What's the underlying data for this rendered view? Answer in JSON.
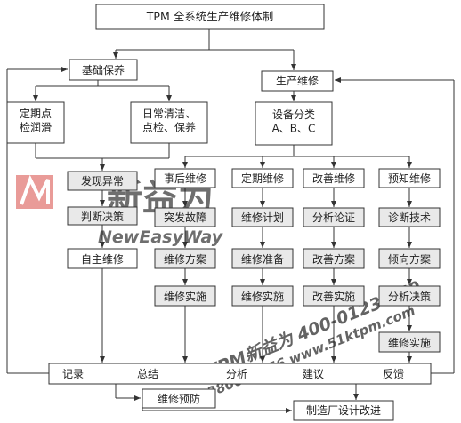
{
  "title": "TPM 全系统生产维修体制",
  "basic_maintenance": {
    "label": "基础保养",
    "periodic": "定期点\n检润滑",
    "daily": "日常清洁、\n点检、保养",
    "flow": [
      "发现异常",
      "判断决策",
      "自主维修"
    ]
  },
  "production_maintenance": {
    "label": "生产维修",
    "classification": "设备分类\nA、B、C",
    "columns": [
      {
        "header": "事后维修",
        "steps": [
          "突发故障",
          "维修方案",
          "维修实施"
        ]
      },
      {
        "header": "定期维修",
        "steps": [
          "维修计划",
          "维修准备",
          "维修实施"
        ]
      },
      {
        "header": "改善维修",
        "steps": [
          "分析论证",
          "改善方案",
          "改善实施"
        ]
      },
      {
        "header": "预知维修",
        "steps": [
          "诊断技术",
          "倾向方案",
          "分析决策",
          "维修实施"
        ]
      }
    ]
  },
  "record_bar": [
    "记录",
    "总结",
    "分析",
    "建议",
    "反馈"
  ],
  "bottom": {
    "prevention": "维修预防",
    "design": "制造厂设计改进"
  },
  "watermark": {
    "logo": "新益为",
    "tagline": "NewEasyWay",
    "diagonal": "KTPM新益为  400-0123-060",
    "phone": "13380603856  www.51ktpm.com"
  }
}
